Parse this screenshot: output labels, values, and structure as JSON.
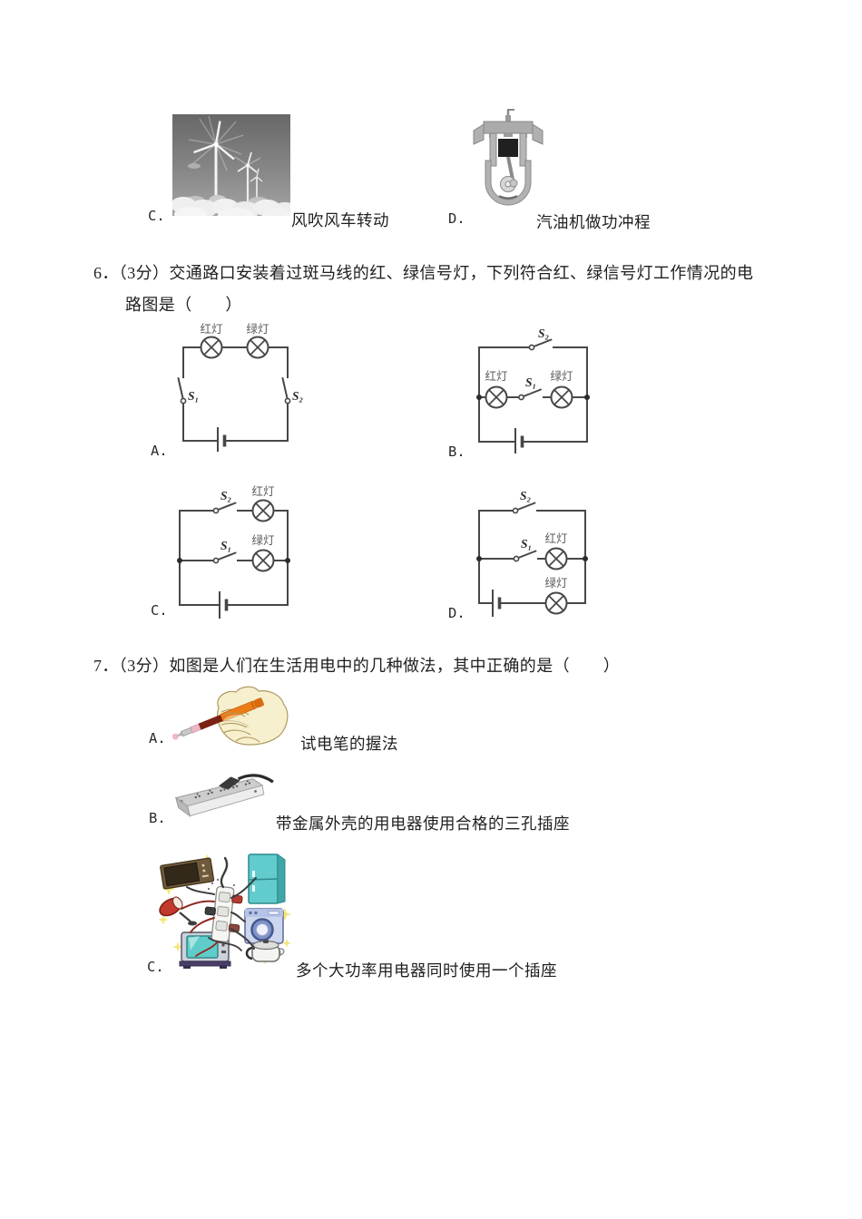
{
  "colors": {
    "page_bg": "#ffffff",
    "text": "#1f1f1f",
    "circuit_line": "#474747",
    "circuit_label_gray": "#5a5a5a"
  },
  "prev_options": {
    "c": {
      "label": "C.",
      "caption": "风吹风车转动",
      "image": "wind-turbines-photo"
    },
    "d": {
      "label": "D.",
      "caption": "汽油机做功冲程",
      "image": "gasoline-engine-diagram"
    }
  },
  "q6": {
    "line1": "6．（3分）交通路口安装着过斑马线的红、绿信号灯，下列符合红、绿信号灯工作情况的电",
    "line2": "路图是（　　）",
    "circuit_labels": {
      "red": "红灯",
      "green": "绿灯",
      "s1": "S₁",
      "s2": "S₂"
    },
    "options": {
      "a": {
        "label": "A."
      },
      "b": {
        "label": "B."
      },
      "c": {
        "label": "C."
      },
      "d": {
        "label": "D."
      }
    }
  },
  "q7": {
    "text": "7．（3分）如图是人们在生活用电中的几种做法，其中正确的是（　　）",
    "options": {
      "a": {
        "label": "A.",
        "caption": "试电笔的握法",
        "image": "test-pencil-grip"
      },
      "b": {
        "label": "B.",
        "caption": "带金属外壳的用电器使用合格的三孔插座",
        "image": "power-strip-with-plug"
      },
      "c": {
        "label": "C.",
        "caption": "多个大功率用电器同时使用一个插座",
        "image": "many-appliances-one-socket"
      }
    }
  }
}
